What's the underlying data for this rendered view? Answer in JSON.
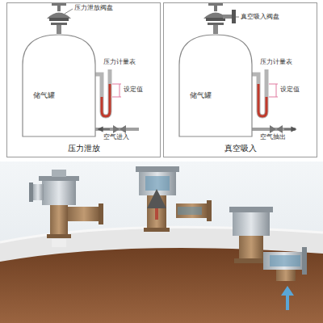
{
  "diagram": {
    "nodes": [
      {
        "text": [
          "压力泄放"
        ]
      },
      {
        "text": [
          "储气罐"
        ],
        "in": 0
      },
      {
        "text": [
          "真空吸入"
        ]
      },
      {
        "text": [
          "储气罐"
        ],
        "in": 2
      }
    ],
    "labels": [
      "压力泄放阀盘",
      "压力计量表",
      "设定值",
      "空气进入",
      "真空吸入阀盘",
      "压力计量表",
      "设定值",
      "空气抽出"
    ]
  }
}
